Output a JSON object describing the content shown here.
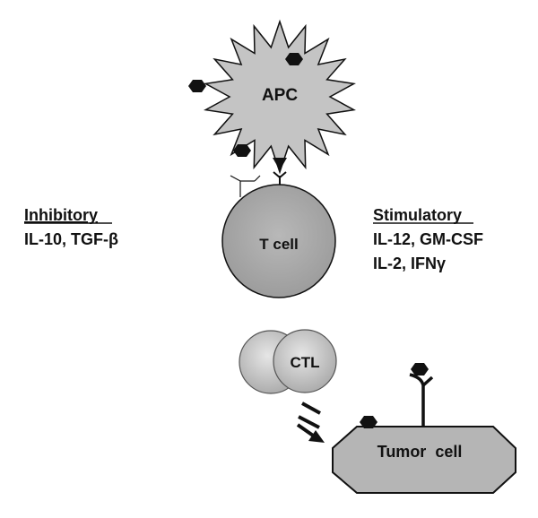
{
  "cells": {
    "apc": "APC",
    "t_cell": "T cell",
    "ctl": "CTL",
    "tumor_cell": "Tumor  cell"
  },
  "inhibitory": {
    "heading": "Inhibitory",
    "line1": "IL-10, TGF-β"
  },
  "stimulatory": {
    "heading": "Stimulatory",
    "line1": "IL-12, GM-CSF",
    "line2": "IL-2, IFNγ"
  },
  "colors": {
    "cell_fill": "#bdbdbd",
    "outline": "#111111",
    "antigen": "#111111"
  }
}
